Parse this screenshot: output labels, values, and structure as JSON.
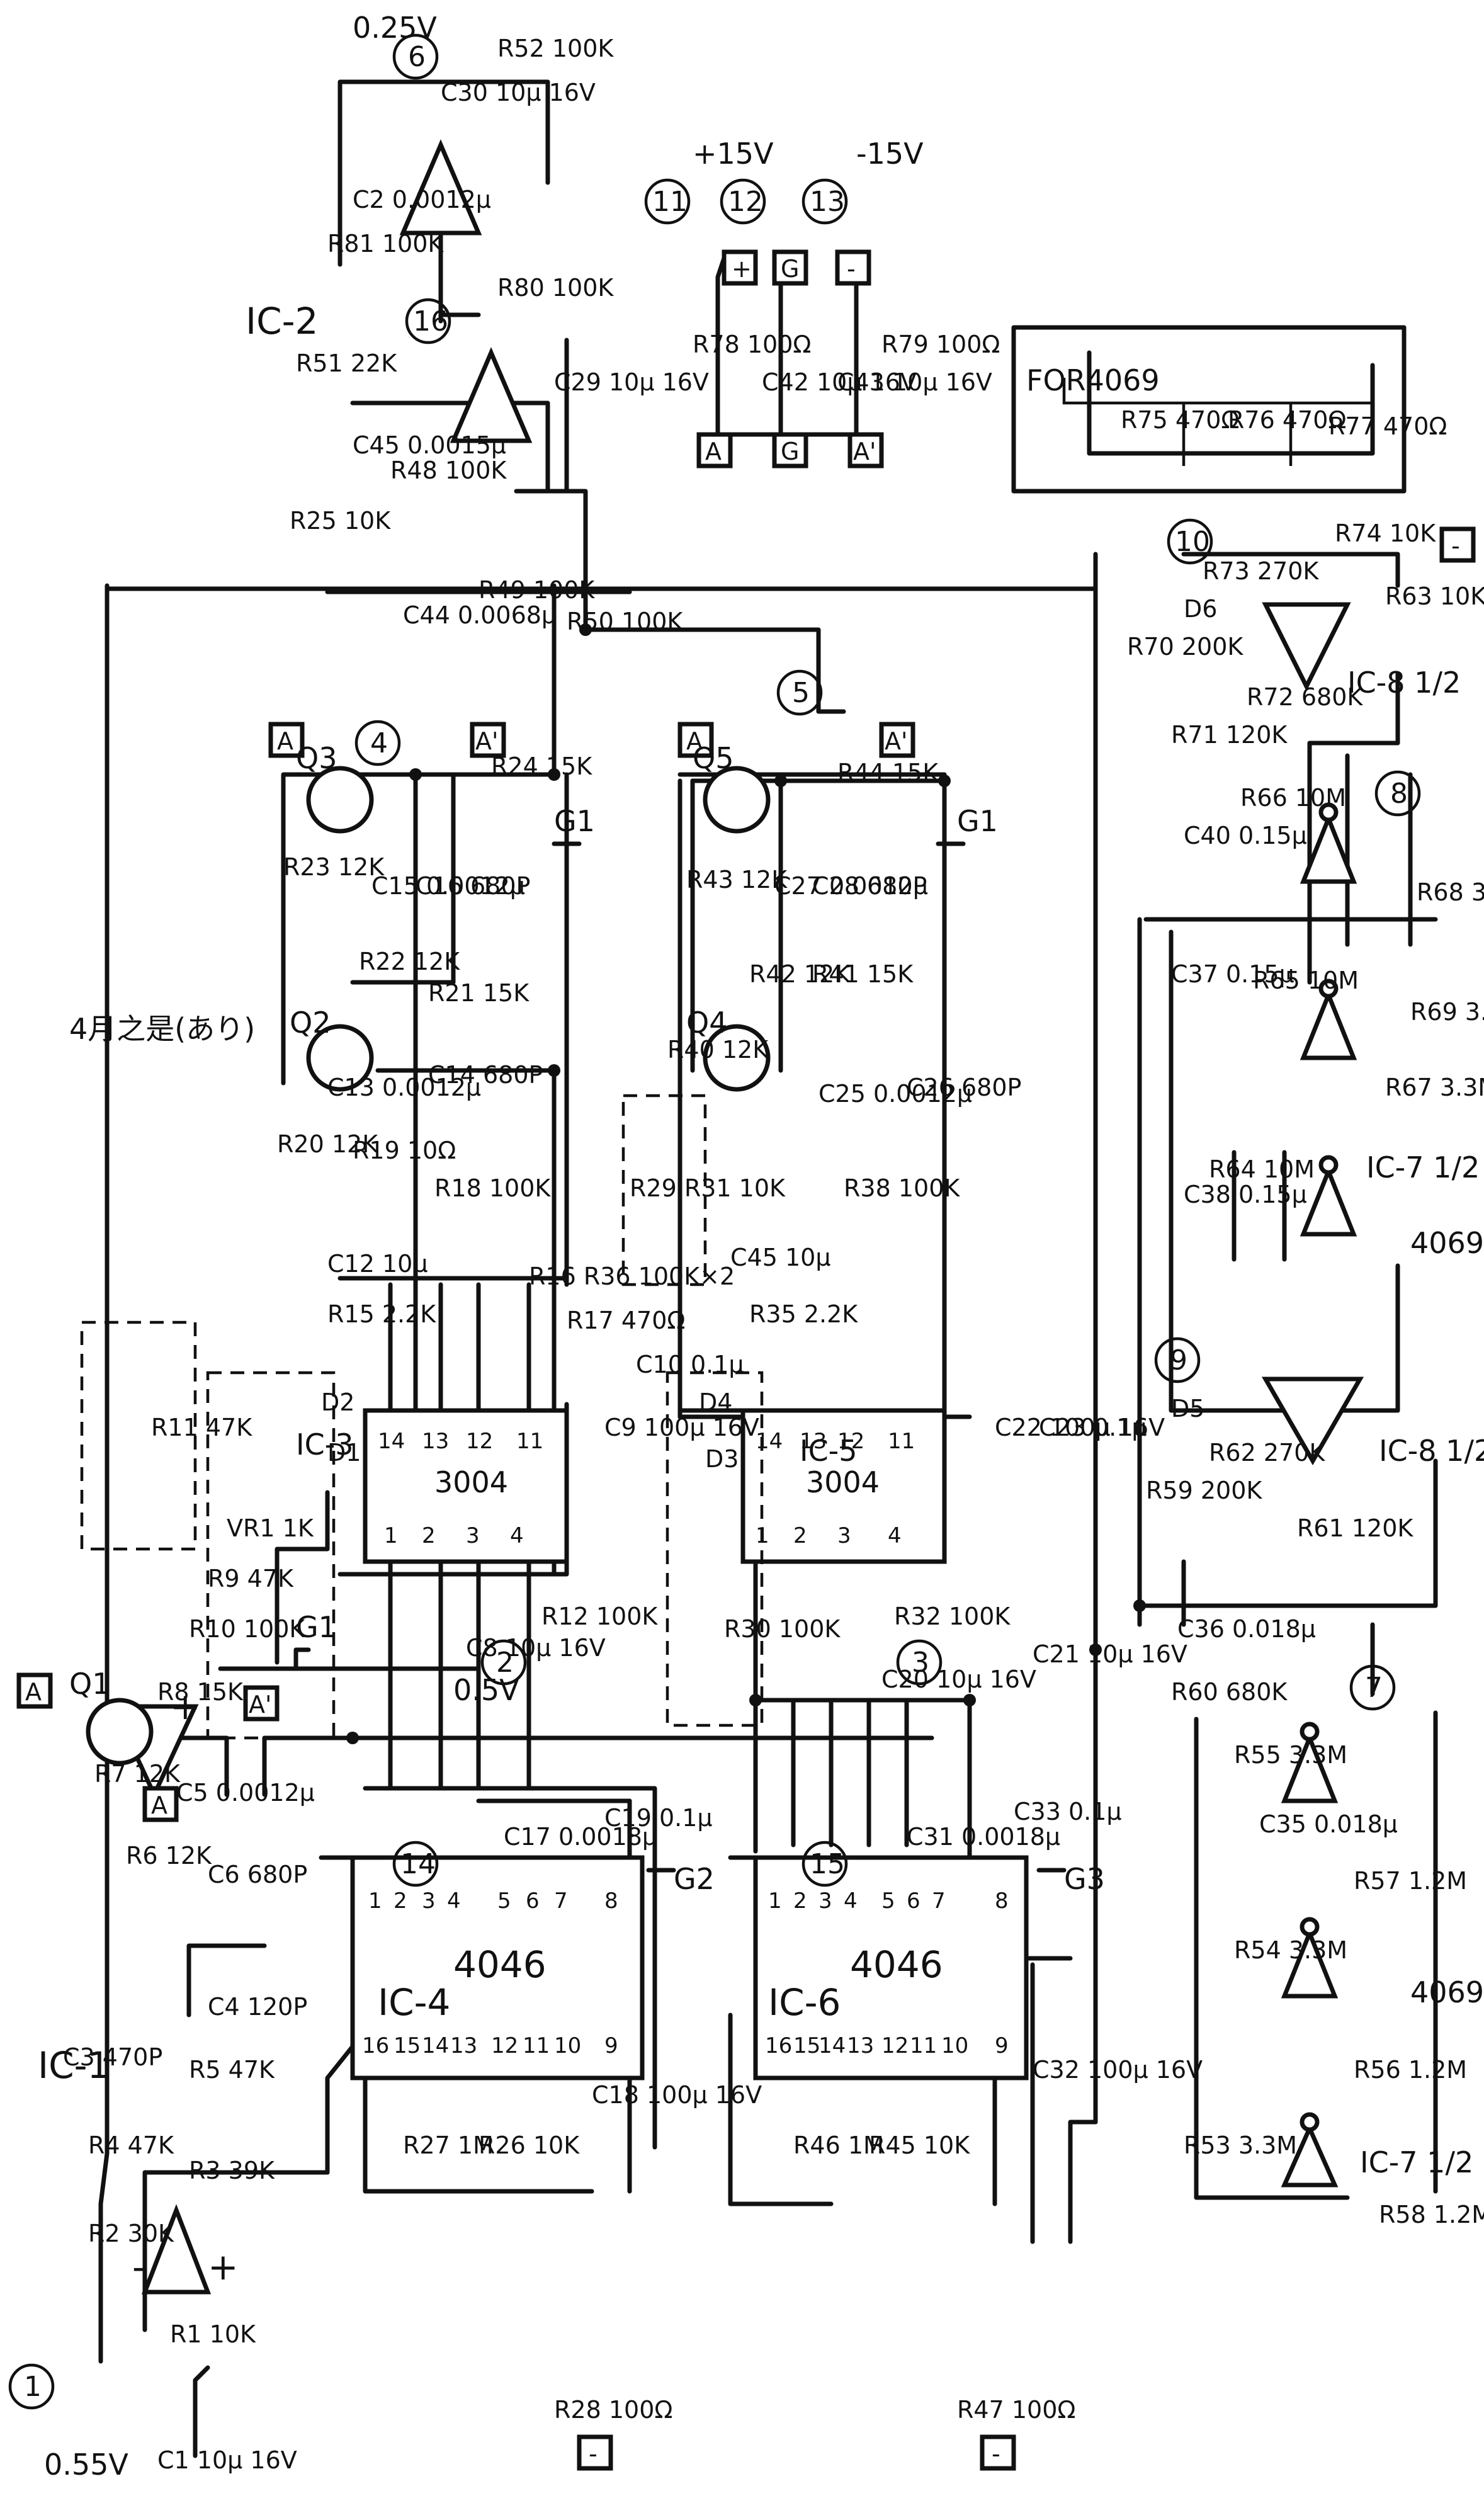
{
  "title": "",
  "rails": {
    "pos": {
      "node": "11",
      "label": "+15V"
    },
    "gnd": {
      "node": "12",
      "label": ""
    },
    "neg": {
      "node": "13",
      "label": "-15V"
    }
  },
  "nodes": [
    {
      "id": "1",
      "text": "1"
    },
    {
      "id": "2",
      "text": "2"
    },
    {
      "id": "3",
      "text": "3"
    },
    {
      "id": "4",
      "text": "4"
    },
    {
      "id": "5",
      "text": "5"
    },
    {
      "id": "6",
      "text": "6"
    },
    {
      "id": "7",
      "text": "7"
    },
    {
      "id": "8",
      "text": "8"
    },
    {
      "id": "9",
      "text": "9"
    },
    {
      "id": "10",
      "text": "10"
    },
    {
      "id": "14",
      "text": "14"
    },
    {
      "id": "15",
      "text": "15"
    },
    {
      "id": "16",
      "text": "16"
    }
  ],
  "voltages": [
    "0.25V",
    "0.5V",
    "0.55V"
  ],
  "ics": {
    "ic1": "IC-1",
    "ic2": "IC-2",
    "ic3": "IC-3",
    "ic4": {
      "ref": "IC-4",
      "part": "4046"
    },
    "ic5": {
      "ref": "IC-5",
      "part": "3004"
    },
    "ic6": {
      "ref": "IC-6",
      "part": "4046"
    },
    "ic7": {
      "ref": "IC-7 1/2",
      "part": "4069"
    },
    "ic8": "IC-8 1/2",
    "ic81": "IC-8 1/2",
    "for4069": "FOR4069"
  },
  "note": "4月之是(あり)",
  "ground_labels": [
    "G1",
    "G1",
    "G1",
    "G2",
    "G3"
  ],
  "term_labels": {
    "A": "A",
    "Ap": "A'",
    "G": "G",
    "plus": "+",
    "minus": "-"
  },
  "resistors": [
    {
      "ref": "R1",
      "value": "10K"
    },
    {
      "ref": "R2",
      "value": "30K"
    },
    {
      "ref": "R3",
      "value": "39K"
    },
    {
      "ref": "R4",
      "value": "47K"
    },
    {
      "ref": "R5",
      "value": "47K"
    },
    {
      "ref": "R6",
      "value": "12K"
    },
    {
      "ref": "R7",
      "value": "12K"
    },
    {
      "ref": "R8",
      "value": "15K"
    },
    {
      "ref": "R9",
      "value": "47K"
    },
    {
      "ref": "R10",
      "value": "100K"
    },
    {
      "ref": "R11",
      "value": "47K"
    },
    {
      "ref": "R12",
      "value": "100K"
    },
    {
      "ref": "R15",
      "value": "2.2K"
    },
    {
      "ref": "R17",
      "value": "470Ω"
    },
    {
      "ref": "R18",
      "value": "100K"
    },
    {
      "ref": "R19",
      "value": "10Ω"
    },
    {
      "ref": "R20",
      "value": "12K"
    },
    {
      "ref": "R21",
      "value": "15K"
    },
    {
      "ref": "R22",
      "value": "12K"
    },
    {
      "ref": "R23",
      "value": "12K"
    },
    {
      "ref": "R24",
      "value": "15K"
    },
    {
      "ref": "R25",
      "value": "10K"
    },
    {
      "ref": "R26",
      "value": "10K"
    },
    {
      "ref": "R27",
      "value": "1M"
    },
    {
      "ref": "R28",
      "value": "100Ω"
    },
    {
      "ref": "R30",
      "value": "100K"
    },
    {
      "ref": "R32",
      "value": "100K"
    },
    {
      "ref": "R35",
      "value": "2.2K"
    },
    {
      "ref": "R38",
      "value": "100K"
    },
    {
      "ref": "R40",
      "value": "12K"
    },
    {
      "ref": "R41",
      "value": "15K"
    },
    {
      "ref": "R42",
      "value": "12K"
    },
    {
      "ref": "R43",
      "value": "12K"
    },
    {
      "ref": "R44",
      "value": "15K"
    },
    {
      "ref": "R45",
      "value": "10K"
    },
    {
      "ref": "R46",
      "value": "1M"
    },
    {
      "ref": "R47",
      "value": "100Ω"
    },
    {
      "ref": "R48",
      "value": "100K"
    },
    {
      "ref": "R49",
      "value": "100K"
    },
    {
      "ref": "R50",
      "value": "100K"
    },
    {
      "ref": "R51",
      "value": "22K"
    },
    {
      "ref": "R52",
      "value": "100K"
    },
    {
      "ref": "R53",
      "value": "3.3M"
    },
    {
      "ref": "R54",
      "value": "3.3M"
    },
    {
      "ref": "R55",
      "value": "3.3M"
    },
    {
      "ref": "R56",
      "value": "1.2M"
    },
    {
      "ref": "R57",
      "value": "1.2M"
    },
    {
      "ref": "R58",
      "value": "1.2M"
    },
    {
      "ref": "R59",
      "value": "200K"
    },
    {
      "ref": "R60",
      "value": "680K"
    },
    {
      "ref": "R61",
      "value": "120K"
    },
    {
      "ref": "R62",
      "value": "270K"
    },
    {
      "ref": "R64",
      "value": "10M"
    },
    {
      "ref": "R65",
      "value": "10M"
    },
    {
      "ref": "R66",
      "value": "10M"
    },
    {
      "ref": "R67",
      "value": "3.3M"
    },
    {
      "ref": "R68",
      "value": "3.3M"
    },
    {
      "ref": "R69",
      "value": "3.3M"
    },
    {
      "ref": "R70",
      "value": "200K"
    },
    {
      "ref": "R71",
      "value": "120K"
    },
    {
      "ref": "R72",
      "value": "680K"
    },
    {
      "ref": "R73",
      "value": "270K"
    },
    {
      "ref": "R74",
      "value": "10K"
    },
    {
      "ref": "R75",
      "value": "470Ω"
    },
    {
      "ref": "R76",
      "value": "470Ω"
    },
    {
      "ref": "R77",
      "value": "470Ω"
    },
    {
      "ref": "R78",
      "value": "100Ω"
    },
    {
      "ref": "R79",
      "value": "100Ω"
    },
    {
      "ref": "R80",
      "value": "100K"
    },
    {
      "ref": "R81",
      "value": "100K"
    },
    {
      "ref": "R63",
      "value": "10K"
    }
  ],
  "capacitors": [
    {
      "ref": "C1",
      "value": "10μ 16V"
    },
    {
      "ref": "C2",
      "value": "0.0012μ"
    },
    {
      "ref": "C3",
      "value": "470P"
    },
    {
      "ref": "C4",
      "value": "120P"
    },
    {
      "ref": "C5",
      "value": "0.0012μ"
    },
    {
      "ref": "C6",
      "value": "680P"
    },
    {
      "ref": "C8",
      "value": "10μ 16V"
    },
    {
      "ref": "C9",
      "value": "100μ 16V"
    },
    {
      "ref": "C10",
      "value": "0.1μ"
    },
    {
      "ref": "C12",
      "value": "10μ"
    },
    {
      "ref": "C13",
      "value": "0.0012μ"
    },
    {
      "ref": "C14",
      "value": "680P"
    },
    {
      "ref": "C15",
      "value": "0.0012μ"
    },
    {
      "ref": "C16",
      "value": "680P"
    },
    {
      "ref": "C17",
      "value": "0.0018μ"
    },
    {
      "ref": "C18",
      "value": "100μ 16V"
    },
    {
      "ref": "C19",
      "value": "0.1μ"
    },
    {
      "ref": "C20",
      "value": "10μ 16V"
    },
    {
      "ref": "C21",
      "value": "10μ 16V"
    },
    {
      "ref": "C22",
      "value": "100μ 16V"
    },
    {
      "ref": "C23",
      "value": "0.1μ"
    },
    {
      "ref": "C25",
      "value": "0.0012μ"
    },
    {
      "ref": "C26",
      "value": "680P"
    },
    {
      "ref": "C27",
      "value": "0.0012μ"
    },
    {
      "ref": "C28",
      "value": "680P"
    },
    {
      "ref": "C29",
      "value": "10μ 16V"
    },
    {
      "ref": "C30",
      "value": "10μ 16V"
    },
    {
      "ref": "C31",
      "value": "0.0018μ"
    },
    {
      "ref": "C32",
      "value": "100μ 16V"
    },
    {
      "ref": "C33",
      "value": "0.1μ"
    },
    {
      "ref": "C35",
      "value": "0.018μ"
    },
    {
      "ref": "C36",
      "value": "0.018μ"
    },
    {
      "ref": "C37",
      "value": "0.15μ"
    },
    {
      "ref": "C38",
      "value": "0.15μ"
    },
    {
      "ref": "C40",
      "value": "0.15μ"
    },
    {
      "ref": "C42",
      "value": "10μ 16V"
    },
    {
      "ref": "C43",
      "value": "10μ 16V"
    },
    {
      "ref": "C44",
      "value": "0.0068μ"
    },
    {
      "ref": "C45",
      "value": "0.0015μ"
    },
    {
      "ref": "C45b",
      "value": "10μ"
    }
  ],
  "transistors": [
    "Q1",
    "Q2",
    "Q3",
    "Q4",
    "Q5"
  ],
  "diodes": [
    "D1",
    "D2",
    "D3",
    "D4",
    "D5",
    "D6"
  ],
  "pots": [
    {
      "ref": "VR1",
      "value": "1K"
    },
    {
      "ref": "R29 R31",
      "value": "10K"
    },
    {
      "ref": "R16 R36",
      "value": "100K×2"
    }
  ]
}
